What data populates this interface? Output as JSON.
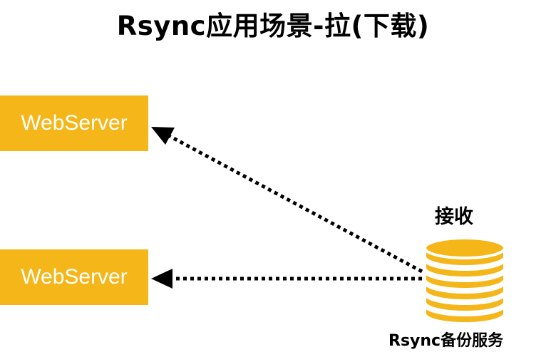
{
  "title": "Rsync应用场景-拉(下载)",
  "servers": [
    {
      "label": "WebServer"
    },
    {
      "label": "WebServer"
    }
  ],
  "action_label": "接收",
  "service_label": "Rsync备份服务",
  "colors": {
    "server_fill": "#f5b619",
    "server_text": "#ffffff",
    "db_fill": "#f5b619",
    "db_stroke": "#ffffff",
    "arrow": "#000000"
  },
  "icons": {
    "database": "database-icon",
    "arrow": "dotted-arrow"
  }
}
